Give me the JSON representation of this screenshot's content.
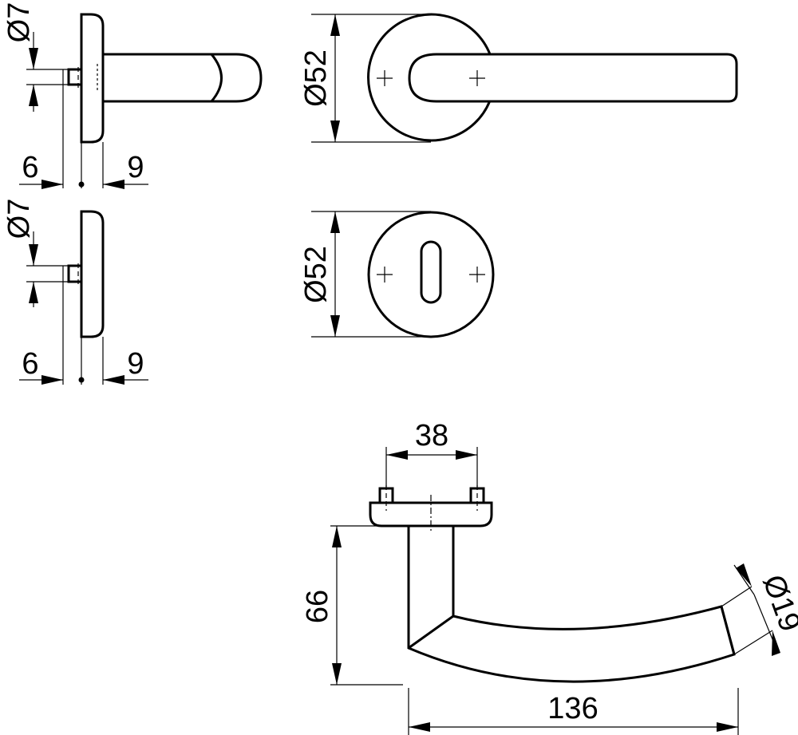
{
  "dimensions": {
    "side_view_top": {
      "spindle_diameter": "Ø7",
      "left_offset": "6",
      "right_offset": "9"
    },
    "side_view_bottom": {
      "spindle_diameter": "Ø7",
      "left_offset": "6",
      "right_offset": "9"
    },
    "lever_rose_front": {
      "rose_diameter": "Ø52"
    },
    "key_rose_front": {
      "rose_diameter": "Ø52"
    },
    "lever_top_view": {
      "fixing_spacing": "38",
      "projection": "66",
      "lever_length": "136",
      "grip_diameter": "Ø19"
    }
  }
}
